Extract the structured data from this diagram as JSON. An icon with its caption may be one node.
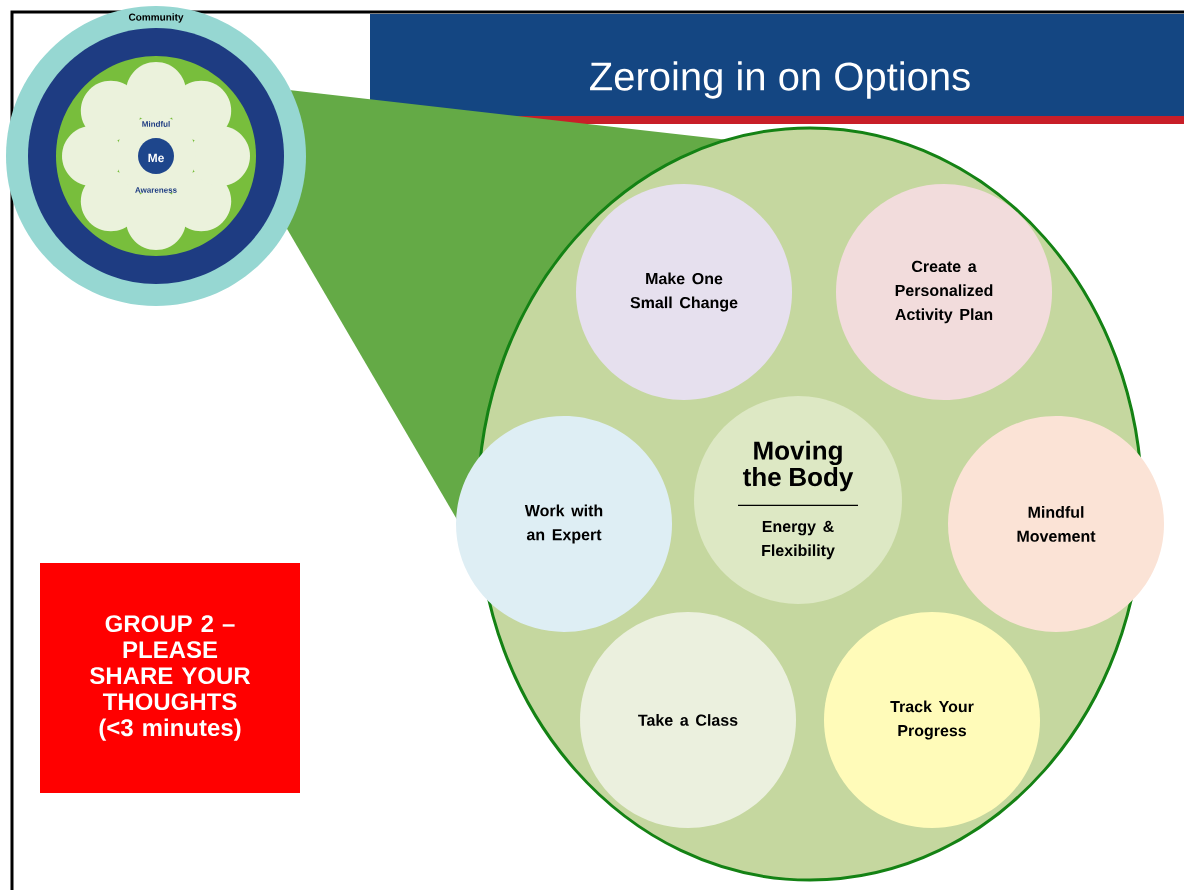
{
  "diagram": {
    "title": "Zeroing in on Options",
    "nodes": [
      {
        "text": [],
        "shape": "circle"
      },
      {
        "text": [
          "Make One Small Change"
        ],
        "in": 0
      },
      {
        "text": [
          "Create a Personalized Activity Plan"
        ],
        "in": 0
      },
      {
        "text": [
          "Work with an Expert"
        ],
        "in": 0
      },
      {
        "text": [
          "Moving the Body",
          "Energy & Flexibility"
        ],
        "in": 0
      },
      {
        "text": [
          "Mindful Movement"
        ],
        "in": 0
      },
      {
        "text": [
          "Take a Class"
        ],
        "in": 0
      },
      {
        "text": [
          "Track Your Progress"
        ],
        "in": 0
      },
      {
        "text": [
          "GROUP 2 – PLEASE SHARE YOUR THOUGHTS (<3 minutes)"
        ]
      }
    ],
    "edges": [],
    "labels": [
      "Community",
      "Mindful",
      "Me",
      "Awareness"
    ]
  }
}
